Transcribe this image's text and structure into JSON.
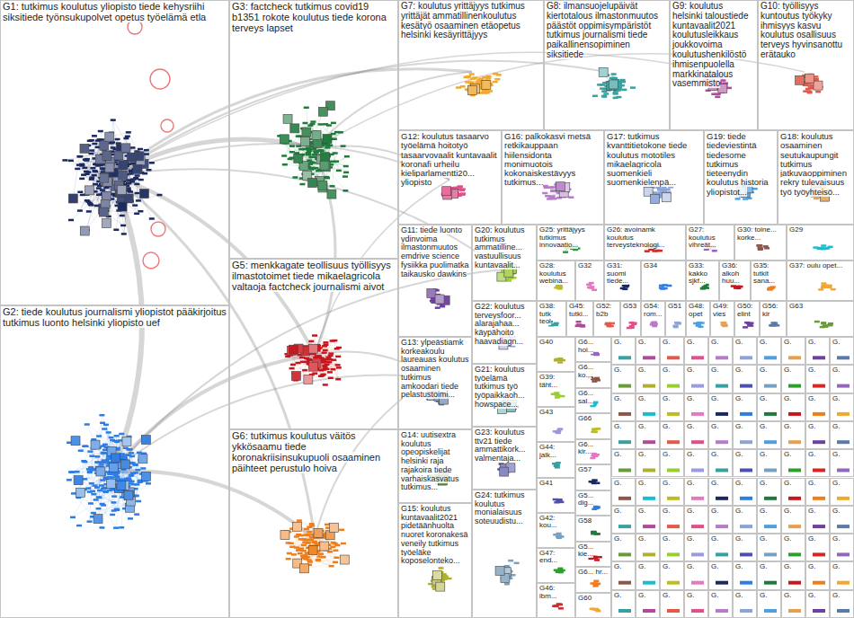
{
  "diagram": {
    "nodes": [
      {
        "text": [
          "G1: tutkimus koulutus yliopisto tiede kehysriihi siksitiede työnsukupolvet opetus työelämä etla"
        ]
      },
      {
        "text": [
          "G2: tiede koulutus journalismi yliopistot pääkirjoitus tutkimus luonto helsinki yliopisto uef"
        ]
      },
      {
        "text": [
          "G3: factcheck tutkimus covid19 b1351 rokote koulutus tiede korona terveys lapset"
        ]
      },
      {
        "text": [
          "G5: menkkagate teollisuus työllisyys ilmastotoimet tiede mikaelagricola valtaoja factcheck journalismi aivot"
        ]
      },
      {
        "text": [
          "G6: tutkimus koulutus väitös ykkösaamu tiede koronakriisinsukupuoli osaaminen päihteet perustulo hoiva"
        ]
      },
      {
        "text": [
          "G7: koulutus yrittäjyys tutkimus yrittäjät ammatillinenkoulutus kesätyö osaaminen etäopetus helsinki kesäyrittäjyys"
        ]
      },
      {
        "text": [
          "G8: ilmansuojelupäivät kiertotalous ilmastonmuutos päästöt oppimisympäristöt tutkimus journalismi tiede paikallinensopiminen siksitiede"
        ]
      },
      {
        "text": [
          "G9: koulutus helsinki taloustiede kuntavaalit2021 koulutusleikkaus joukkovoima koulutushenkilöstö ihmisenpuolella markkinatalous vasemmisto"
        ]
      },
      {
        "text": [
          "G10: työllisyys kuntoutus työkyky ihmisyys kasvu koulutus osallisuus terveys hyvinsanottu erätauko"
        ]
      },
      {
        "text": [
          "G12: koulutus tasaarvo työelämä hoitotyö tasaarvovaalit kuntavaalit koronafi urheilu kieliparlamentti20... yliopisto"
        ]
      },
      {
        "text": [
          "G16: palkokasvi metsä retkikauppaan hiilensidonta monimuotois kokonaiskestävyys tutkimus..."
        ]
      },
      {
        "text": [
          "G17: tutkimus kvanttitietokone tiede koulutus mototiles mikaelagricola suomenkieli suomenkielenpä..."
        ]
      },
      {
        "text": [
          "G19: tiede tiedeviestintä tiedesome tutkimus tieteenydin koulutus historia yliopistot..."
        ]
      },
      {
        "text": [
          "G18: koulutus osaaminen seutukaupungit tutkimus jatkuvaoppiminen rekry tulevaisuus työ työyhteisö..."
        ]
      },
      {
        "text": [
          "G11: tiede luonto ydinvoima ilmastonmuutos emdrive science fysiikka puolimatka taikausko dawkins"
        ]
      },
      {
        "text": [
          "G13: ylpeästiamk korkeakoulu laureauas koulutus osaaminen tutkimus amkoodari tiede pelastustoimi..."
        ]
      },
      {
        "text": [
          "G14: uutisextra koulutus opeopiskelijat helsinki raja rajakoira tiede varhaiskasvatus tutkimus..."
        ]
      },
      {
        "text": [
          "G15: koulutus kuntavaalit2021 pidetäänhuolta nuoret koronakesä veneily tutkimus työeläke koposelonteko..."
        ]
      },
      {
        "text": [
          "G20: koulutus tutkimus ammatilline... vastuullisuus kuntavaalit..."
        ]
      },
      {
        "text": [
          "G22: koulutus terveysfoor... alarajahaa... käypähoito haavadiagn..."
        ]
      },
      {
        "text": [
          "G21: koulutus työelämä tutkimus työ työpaikkaoh... howspace..."
        ]
      },
      {
        "text": [
          "G23: koulutus ttv21 tiede ammattikork... valmentaja..."
        ]
      },
      {
        "text": [
          "G24: tutkimus koulutus monialaisuus soteuudistu..."
        ]
      },
      {
        "text": [
          "G25: yrittäjyys tutkimus innovaatio..."
        ]
      },
      {
        "text": [
          "G26: avoinamk koulutus terveysteknologi..."
        ]
      },
      {
        "text": [
          "G27: koulutus vihreät..."
        ]
      },
      {
        "text": [
          "G30: toine... korke..."
        ]
      },
      {
        "text": [
          "G29"
        ]
      },
      {
        "text": [
          "G28: koulutus webina..."
        ]
      },
      {
        "text": [
          "G32"
        ]
      },
      {
        "text": [
          "G31: suomi tiede..."
        ]
      },
      {
        "text": [
          "G34"
        ]
      },
      {
        "text": [
          "G33: kakko sjkf..."
        ]
      },
      {
        "text": [
          "G36: alkoh huu..."
        ]
      },
      {
        "text": [
          "G35: tutkit sana..."
        ]
      },
      {
        "text": [
          "G37: oulu opet..."
        ]
      },
      {
        "text": [
          "G38: tutk teol"
        ]
      },
      {
        "text": [
          "G45: tutki..."
        ]
      },
      {
        "text": [
          "G52: b2b"
        ]
      },
      {
        "text": [
          "G53"
        ]
      },
      {
        "text": [
          "G54: rom..."
        ]
      },
      {
        "text": [
          "G51"
        ]
      },
      {
        "text": [
          "G48: opet"
        ]
      },
      {
        "text": [
          "G49: vies"
        ]
      },
      {
        "text": [
          "G50: elint"
        ]
      },
      {
        "text": [
          "G56: kir"
        ]
      },
      {
        "text": [
          "G63"
        ]
      },
      {
        "text": [
          "G40"
        ]
      },
      {
        "text": [
          "G39: täht..."
        ]
      },
      {
        "text": [
          "G43"
        ]
      },
      {
        "text": [
          "G44: jalk..."
        ]
      },
      {
        "text": [
          "G41"
        ]
      },
      {
        "text": [
          "G42: kou..."
        ]
      },
      {
        "text": [
          "G47: end..."
        ]
      },
      {
        "text": [
          "G46: ibm..."
        ]
      },
      {
        "text": [
          "G6... hoi..."
        ]
      },
      {
        "text": [
          "G6... ko..."
        ]
      },
      {
        "text": [
          "G6... sal..."
        ]
      },
      {
        "text": [
          "G66"
        ]
      },
      {
        "text": [
          "G6... kir..."
        ]
      },
      {
        "text": [
          "G57"
        ]
      },
      {
        "text": [
          "G5... dig..."
        ]
      },
      {
        "text": [
          "G58"
        ]
      },
      {
        "text": [
          "G5... kie..."
        ]
      },
      {
        "text": [
          "G6... hr..."
        ]
      },
      {
        "text": [
          "G60"
        ]
      },
      {
        "text": [
          "G."
        ]
      },
      {
        "text": [
          "G."
        ]
      },
      {
        "text": [
          "G."
        ]
      },
      {
        "text": [
          "G."
        ]
      },
      {
        "text": [
          "G."
        ]
      },
      {
        "text": [
          "G."
        ]
      },
      {
        "text": [
          "G."
        ]
      },
      {
        "text": [
          "G."
        ]
      },
      {
        "text": [
          "G."
        ]
      },
      {
        "text": [
          "G."
        ]
      },
      {
        "text": [
          "G."
        ]
      },
      {
        "text": [
          "G."
        ]
      },
      {
        "text": [
          "G."
        ]
      },
      {
        "text": [
          "G."
        ]
      },
      {
        "text": [
          "G."
        ]
      },
      {
        "text": [
          "G."
        ]
      },
      {
        "text": [
          "G."
        ]
      },
      {
        "text": [
          "G."
        ]
      },
      {
        "text": [
          "G."
        ]
      },
      {
        "text": [
          "G."
        ]
      },
      {
        "text": [
          "G."
        ]
      },
      {
        "text": [
          "G."
        ]
      },
      {
        "text": [
          "G."
        ]
      },
      {
        "text": [
          "G."
        ]
      },
      {
        "text": [
          "G."
        ]
      },
      {
        "text": [
          "G."
        ]
      },
      {
        "text": [
          "G."
        ]
      },
      {
        "text": [
          "G."
        ]
      },
      {
        "text": [
          "G."
        ]
      },
      {
        "text": [
          "G."
        ]
      },
      {
        "text": [
          "G."
        ]
      },
      {
        "text": [
          "G."
        ]
      },
      {
        "text": [
          "G."
        ]
      },
      {
        "text": [
          "G."
        ]
      },
      {
        "text": [
          "G."
        ]
      },
      {
        "text": [
          "G."
        ]
      },
      {
        "text": [
          "G."
        ]
      },
      {
        "text": [
          "G."
        ]
      },
      {
        "text": [
          "G."
        ]
      },
      {
        "text": [
          "G."
        ]
      },
      {
        "text": [
          "G."
        ]
      },
      {
        "text": [
          "G."
        ]
      },
      {
        "text": [
          "G."
        ]
      },
      {
        "text": [
          "G."
        ]
      },
      {
        "text": [
          "G."
        ]
      },
      {
        "text": [
          "G."
        ]
      },
      {
        "text": [
          "G."
        ]
      },
      {
        "text": [
          "G."
        ]
      },
      {
        "text": [
          "G."
        ]
      },
      {
        "text": [
          "G."
        ]
      },
      {
        "text": [
          "G."
        ]
      },
      {
        "text": [
          "G."
        ]
      },
      {
        "text": [
          "G."
        ]
      },
      {
        "text": [
          "G."
        ]
      },
      {
        "text": [
          "G."
        ]
      },
      {
        "text": [
          "G."
        ]
      },
      {
        "text": [
          "G."
        ]
      },
      {
        "text": [
          "G."
        ]
      },
      {
        "text": [
          "G."
        ]
      },
      {
        "text": [
          "G."
        ]
      },
      {
        "text": [
          "G."
        ]
      },
      {
        "text": [
          "G."
        ]
      },
      {
        "text": [
          "G."
        ]
      },
      {
        "text": [
          "G."
        ]
      },
      {
        "text": [
          "G."
        ]
      },
      {
        "text": [
          "G."
        ]
      },
      {
        "text": [
          "G."
        ]
      },
      {
        "text": [
          "G."
        ]
      },
      {
        "text": [
          "G."
        ]
      },
      {
        "text": [
          "G."
        ]
      },
      {
        "text": [
          "G."
        ]
      },
      {
        "text": [
          "G."
        ]
      },
      {
        "text": [
          "G."
        ]
      },
      {
        "text": [
          "G."
        ]
      },
      {
        "text": [
          "G."
        ]
      },
      {
        "text": [
          "G."
        ]
      },
      {
        "text": [
          "G."
        ]
      },
      {
        "text": [
          "G."
        ]
      },
      {
        "text": [
          "G."
        ]
      },
      {
        "text": [
          "G."
        ]
      },
      {
        "text": [
          "G."
        ]
      },
      {
        "text": [
          "G."
        ]
      },
      {
        "text": [
          "G."
        ]
      },
      {
        "text": [
          "G."
        ]
      },
      {
        "text": [
          "G."
        ]
      },
      {
        "text": [
          "G."
        ]
      },
      {
        "text": [
          "G."
        ]
      },
      {
        "text": [
          "G."
        ]
      },
      {
        "text": [
          "G."
        ]
      },
      {
        "text": [
          "G."
        ]
      },
      {
        "text": [
          "G."
        ]
      },
      {
        "text": [
          "G."
        ]
      },
      {
        "text": [
          "G."
        ]
      },
      {
        "text": [
          "G."
        ]
      },
      {
        "text": [
          "G."
        ]
      },
      {
        "text": [
          "G."
        ]
      },
      {
        "text": [
          "G."
        ]
      },
      {
        "text": [
          "G."
        ]
      },
      {
        "text": [
          "G."
        ]
      },
      {
        "text": [
          "G."
        ]
      }
    ]
  }
}
